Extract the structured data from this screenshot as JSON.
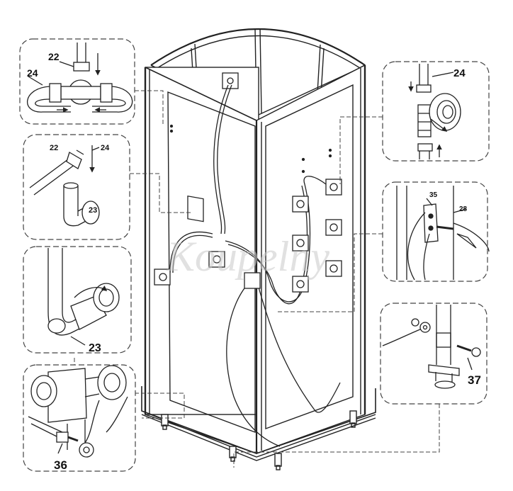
{
  "watermark": "Koupelny",
  "callouts": {
    "panel_top_left": [
      "22",
      "24"
    ],
    "panel_mid_left": [
      "22",
      "24",
      "23"
    ],
    "panel_lower_left": [
      "23"
    ],
    "panel_bottom_left": [
      "36"
    ],
    "panel_top_right": [
      "24"
    ],
    "panel_mid_right": [
      "35",
      "28"
    ],
    "panel_bottom_right": [
      "37"
    ]
  },
  "colors": {
    "line": "#222222",
    "panel_dash": "#444444",
    "glass": "#ffffff",
    "frame": "#d9d9d9"
  }
}
